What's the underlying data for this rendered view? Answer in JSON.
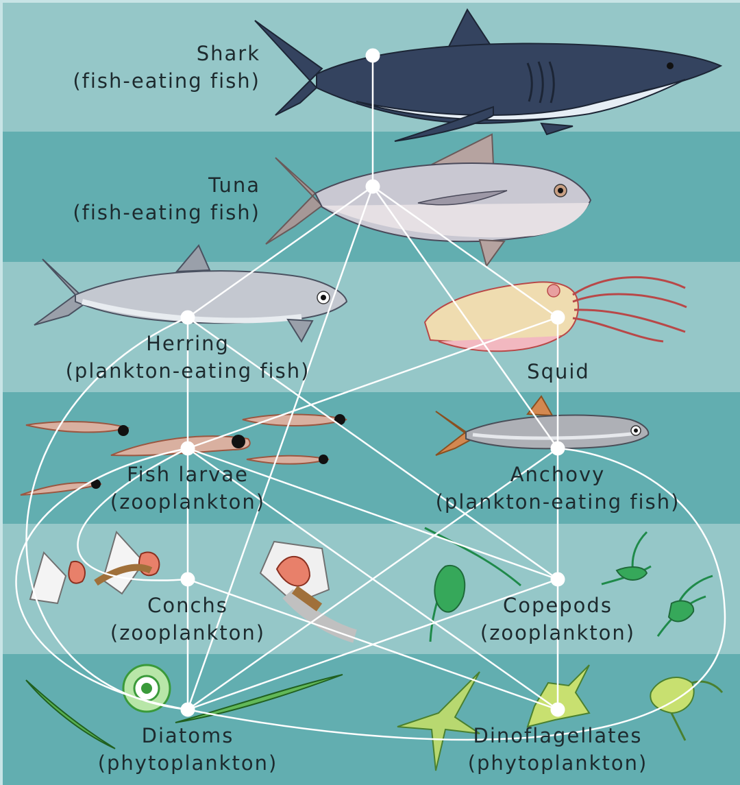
{
  "colors": {
    "band_light": "#95c7c8",
    "band_dark": "#62aeb0",
    "link_line": "#ffffff",
    "node": "#ffffff"
  },
  "organisms": {
    "shark": {
      "name": "Shark",
      "role": "(fish-eating fish)"
    },
    "tuna": {
      "name": "Tuna",
      "role": "(fish-eating fish)"
    },
    "herring": {
      "name": "Herring",
      "role": "(plankton-eating fish)"
    },
    "squid": {
      "name": "Squid",
      "role": ""
    },
    "fish_larvae": {
      "name": "Fish larvae",
      "role": "(zooplankton)"
    },
    "anchovy": {
      "name": "Anchovy",
      "role": "(plankton-eating fish)"
    },
    "conchs": {
      "name": "Conchs",
      "role": "(zooplankton)"
    },
    "copepods": {
      "name": "Copepods",
      "role": "(zooplankton)"
    },
    "diatoms": {
      "name": "Diatoms",
      "role": "(phytoplankton)"
    },
    "dinoflagellates": {
      "name": "Dinoflagellates",
      "role": "(phytoplankton)"
    }
  },
  "icons": [
    "shark-icon",
    "tuna-icon",
    "herring-icon",
    "squid-icon",
    "fish-larvae-icon",
    "anchovy-icon",
    "conch-icon",
    "copepod-icon",
    "diatom-icon",
    "dinoflagellate-icon"
  ]
}
